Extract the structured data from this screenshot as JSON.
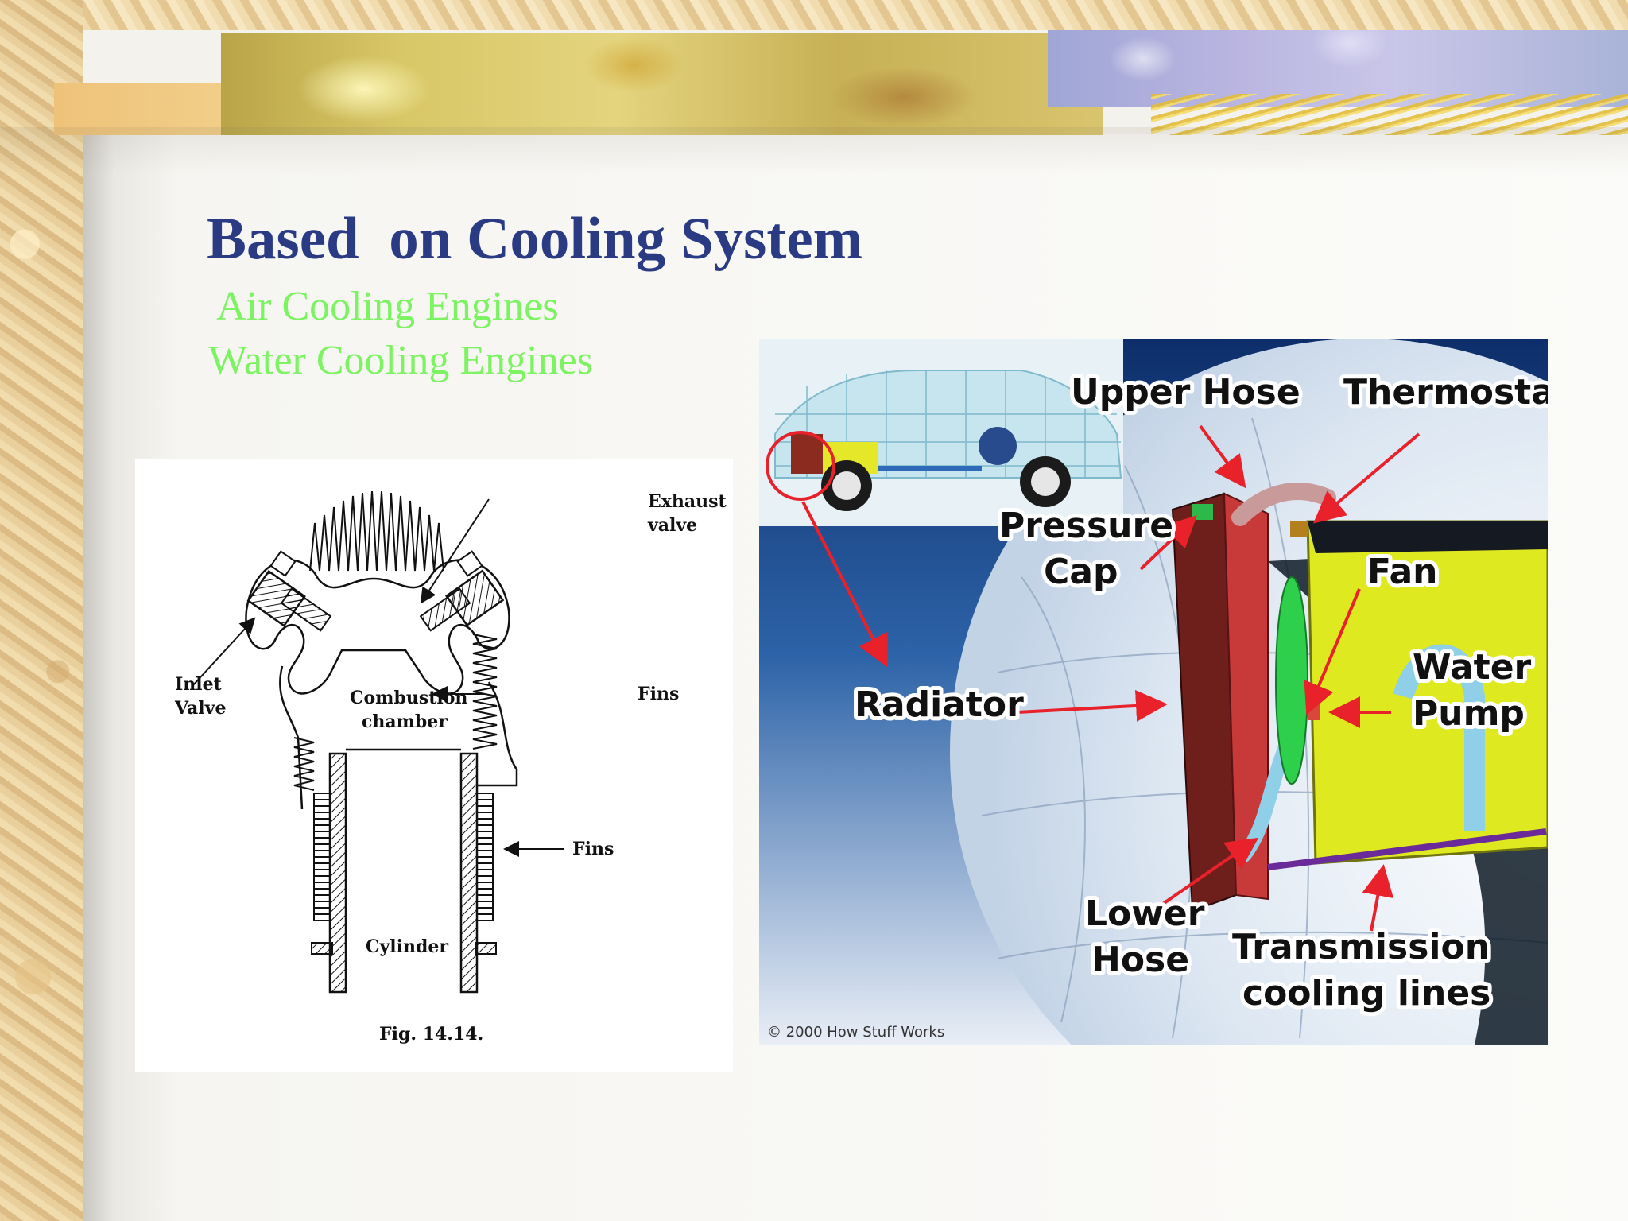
{
  "slide": {
    "title": "Based  on Cooling System",
    "bullets": [
      " Air Cooling Engines",
      "Water Cooling Engines"
    ]
  },
  "fig_air": {
    "labels": {
      "exhaust_line1": "Exhaust",
      "exhaust_line2": "valve",
      "inlet_line1": "Inlet",
      "inlet_line2": "Valve",
      "combustion_line1": "Combustion",
      "combustion_line2": "chamber",
      "fins_upper": "Fins",
      "fins_lower": "Fins",
      "cylinder": "Cylinder",
      "caption": "Fig. 14.14."
    }
  },
  "fig_water": {
    "labels": {
      "upper_hose": "Upper Hose",
      "thermostat": "Thermostat",
      "pressure_cap_line1": "Pressure",
      "pressure_cap_line2": "Cap",
      "fan": "Fan",
      "radiator": "Radiator",
      "water_pump_line1": "Water",
      "water_pump_line2": "Pump",
      "lower_hose_line1": "Lower",
      "lower_hose_line2": "Hose",
      "transmission_line1": "Transmission",
      "transmission_line2": "cooling lines",
      "copyright": "© 2000 How Stuff Works"
    },
    "colors": {
      "arrow": "#e8212a",
      "radiator": "#c83a3a",
      "engine": "#e8f02a",
      "fan": "#2ecf4a",
      "sky": "#1f4f96"
    }
  }
}
